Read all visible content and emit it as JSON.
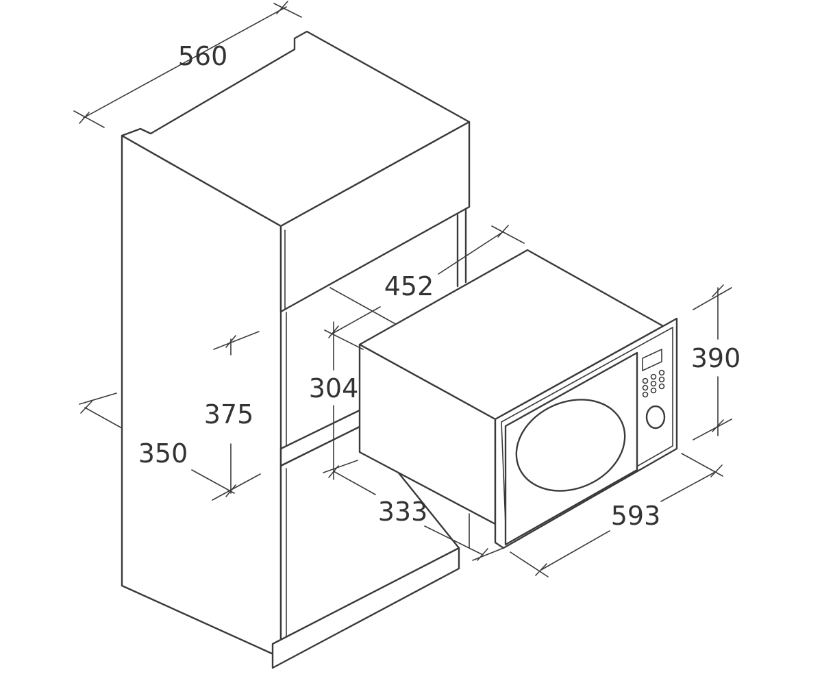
{
  "dimensions": {
    "cabinet_width": "560",
    "cabinet_depth": "350",
    "opening_height": "375",
    "appliance_depth": "452",
    "appliance_height_rear": "304",
    "appliance_side_depth": "333",
    "appliance_frame_width": "593",
    "appliance_frame_height": "390"
  }
}
